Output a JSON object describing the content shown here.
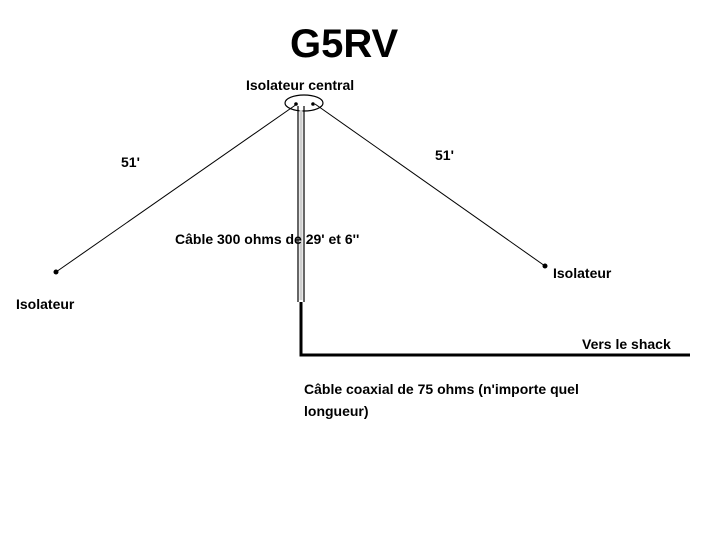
{
  "title": "G5RV",
  "labels": {
    "center_insulator": "Isolateur central",
    "left_leg_length": "51'",
    "right_leg_length": "51'",
    "ladder_line": "Câble 300 ohms de 29' et 6''",
    "left_insulator": "Isolateur",
    "right_insulator": "Isolateur",
    "to_shack": "Vers le shack",
    "coax_cable": "Câble coaxial de 75 ohms (n'importe quel longueur)"
  },
  "colors": {
    "line": "#000000",
    "background": "#ffffff"
  }
}
